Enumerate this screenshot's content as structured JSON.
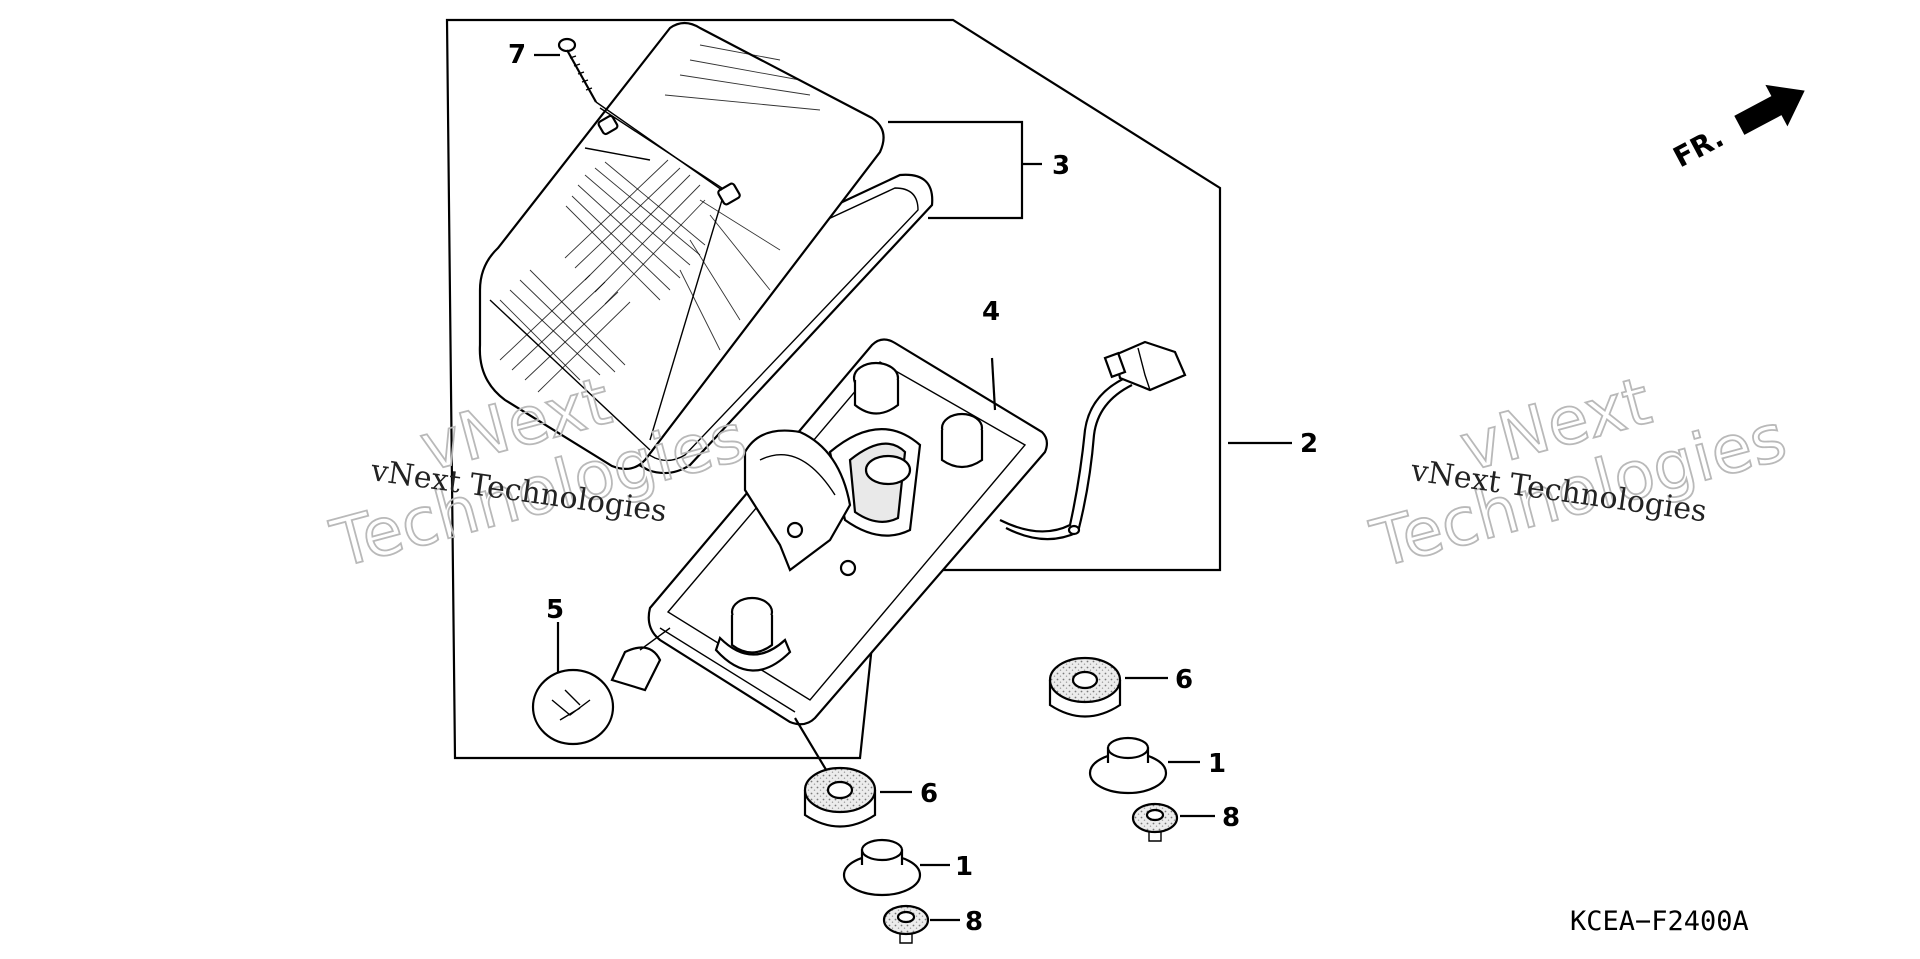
{
  "diagram": {
    "code": "KCEA−F2400A",
    "front_marker": "FR.",
    "watermark": {
      "outline_line1": "vNext",
      "outline_line2": "Technologies",
      "small_text": "vNext Technologies"
    },
    "callouts": {
      "c1a": "1",
      "c1b": "1",
      "c2": "2",
      "c3": "3",
      "c4": "4",
      "c5": "5",
      "c6a": "6",
      "c6b": "6",
      "c7": "7",
      "c8a": "8",
      "c8b": "8"
    }
  }
}
